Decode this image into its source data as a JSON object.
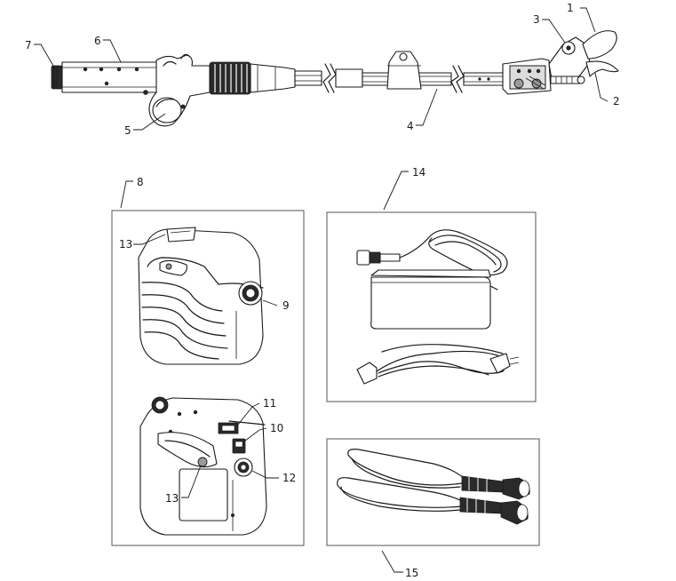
{
  "callouts": {
    "c1": "1",
    "c2": "2",
    "c3": "3",
    "c4": "4",
    "c5": "5",
    "c6": "6",
    "c7": "7",
    "c8": "8",
    "c9": "9",
    "c10": "10",
    "c11": "11",
    "c12": "12",
    "c13a": "13",
    "c13b": "13",
    "c14": "14",
    "c15": "15"
  }
}
